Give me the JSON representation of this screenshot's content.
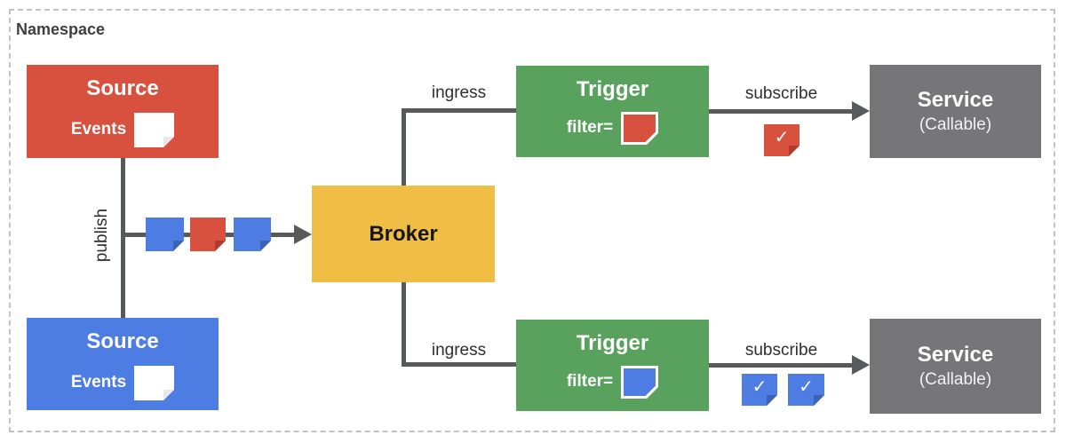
{
  "namespace": {
    "label": "Namespace"
  },
  "nodes": {
    "source_red": {
      "title": "Source",
      "events_label": "Events"
    },
    "source_blue": {
      "title": "Source",
      "events_label": "Events"
    },
    "broker": {
      "title": "Broker"
    },
    "trigger_top": {
      "title": "Trigger",
      "filter_label": "filter="
    },
    "trigger_bottom": {
      "title": "Trigger",
      "filter_label": "filter="
    },
    "service_top": {
      "title": "Service",
      "subtitle": "(Callable)"
    },
    "service_bottom": {
      "title": "Service",
      "subtitle": "(Callable)"
    }
  },
  "edges": {
    "publish_label": "publish",
    "ingress_top_label": "ingress",
    "ingress_bottom_label": "ingress",
    "subscribe_top_label": "subscribe",
    "subscribe_bottom_label": "subscribe"
  },
  "icons": {
    "checkmark": "✓",
    "stream_events": [
      "blue",
      "red",
      "blue"
    ],
    "filter_top_event": "red",
    "filter_bottom_event": "blue",
    "subscribed_events_top": [
      "red"
    ],
    "subscribed_events_bottom": [
      "blue",
      "blue"
    ]
  },
  "colors": {
    "red": "#d8503e",
    "blue": "#4d7de3",
    "green": "#58a25d",
    "yellow": "#f0be45",
    "gray": "#767678",
    "line": "#58595b",
    "border_dashed": "#c3c3c3"
  }
}
